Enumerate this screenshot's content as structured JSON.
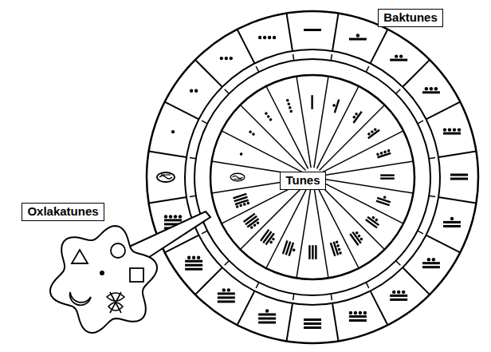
{
  "diagram": {
    "nodes": [
      {
        "text": [
          "Baktunes"
        ]
      },
      {
        "text": [
          "Tunes"
        ]
      },
      {
        "text": [
          "Oxlakatunes"
        ]
      }
    ]
  }
}
